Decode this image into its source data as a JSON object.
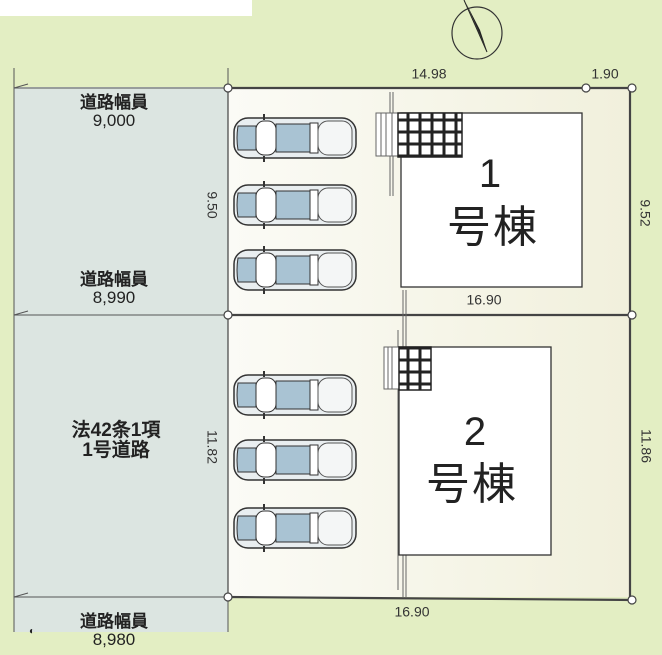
{
  "road_labels": [
    {
      "title": "道路幅員",
      "value": "9,000"
    },
    {
      "title": "道路幅員",
      "value": "8,990"
    },
    {
      "title": "道路幅員",
      "value": "8,980"
    }
  ],
  "road_type": {
    "line1": "法42条1項",
    "line2": "1号道路"
  },
  "dimensions": {
    "top_main": "14.98",
    "top_right": "1.90",
    "left_lot1": "9.50",
    "right_lot1": "9.52",
    "middle": "16.90",
    "left_lot2": "11.82",
    "right_lot2": "11.86",
    "bottom": "16.90"
  },
  "buildings": [
    {
      "number": "1",
      "label": "号棟"
    },
    {
      "number": "2",
      "label": "号棟"
    }
  ],
  "parking_spaces_per_lot": 3,
  "colors": {
    "background": "#e3eec3",
    "road": "#dce5e1",
    "lot": "#f8f8f0",
    "car_glass": "#a9c3d3"
  }
}
